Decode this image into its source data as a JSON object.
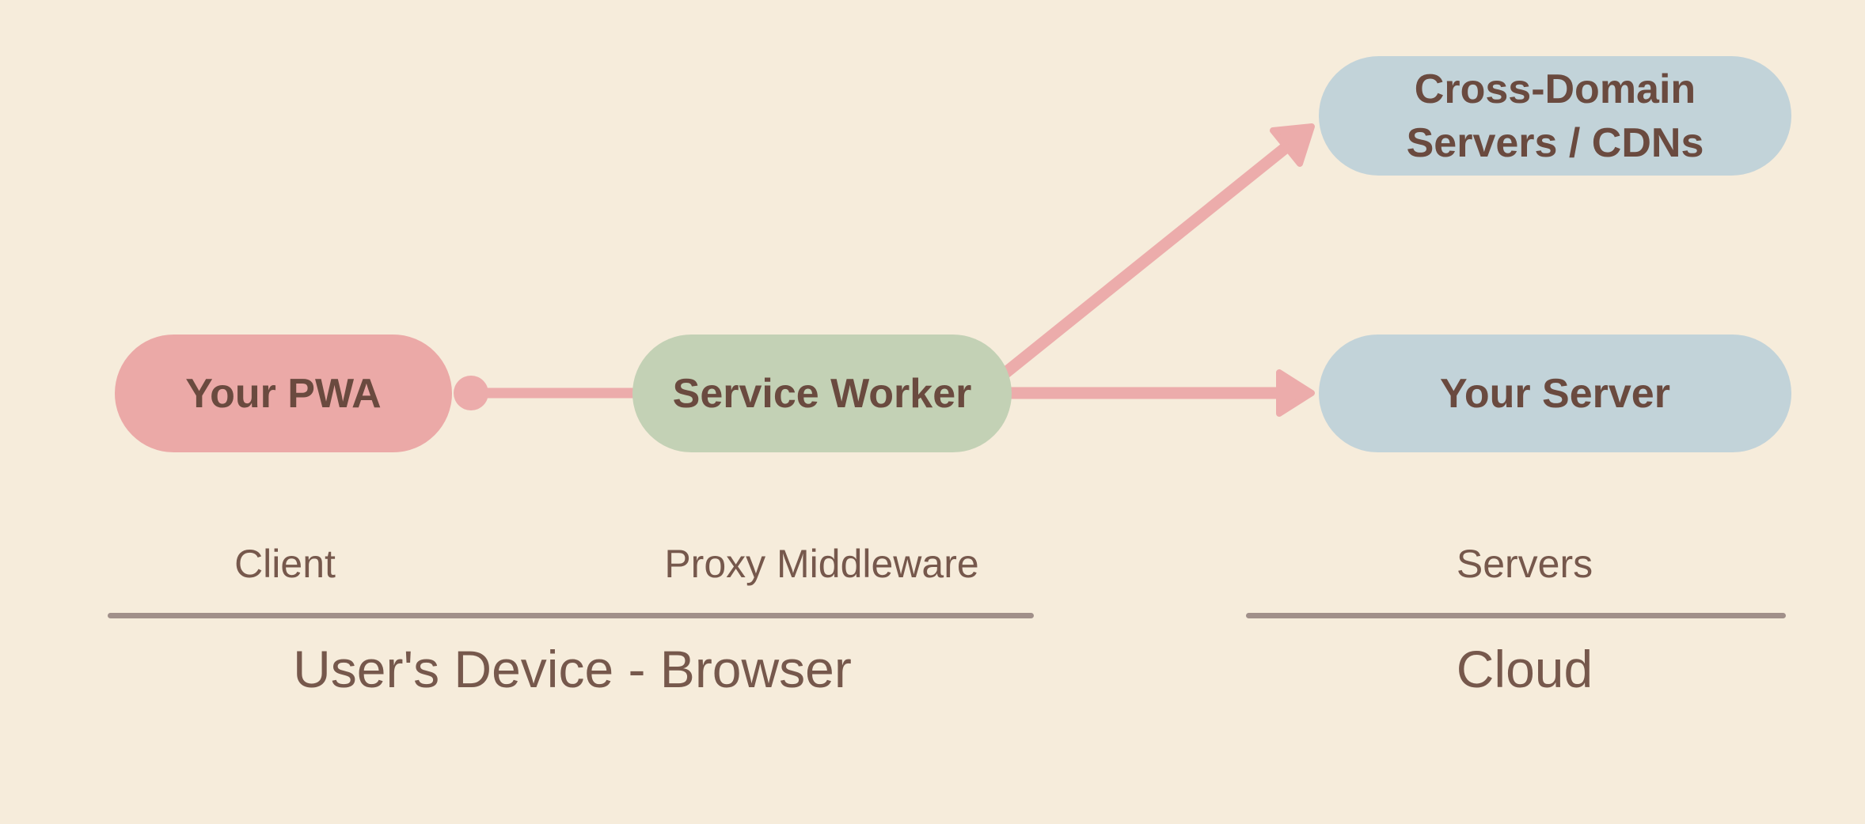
{
  "colors": {
    "background": "#f6ecdb",
    "pill-pink": "#eba9a7",
    "pill-green": "#c3d1b5",
    "pill-blue": "#c2d3d9",
    "arrow-pink": "#ecacab",
    "text-dark": "#6a4a3f",
    "text-label": "#76584c",
    "divider": "#a1908a"
  },
  "nodes": {
    "pwa": {
      "label": "Your PWA"
    },
    "service_worker": {
      "label": "Service Worker"
    },
    "cross_domain": {
      "lines": [
        "Cross-Domain",
        "Servers / CDNs"
      ]
    },
    "your_server": {
      "label": "Your Server"
    }
  },
  "group_labels": {
    "client": "Client",
    "proxy_middleware": "Proxy Middleware",
    "servers": "Servers"
  },
  "zones": {
    "device": "User's Device - Browser",
    "cloud": "Cloud"
  }
}
